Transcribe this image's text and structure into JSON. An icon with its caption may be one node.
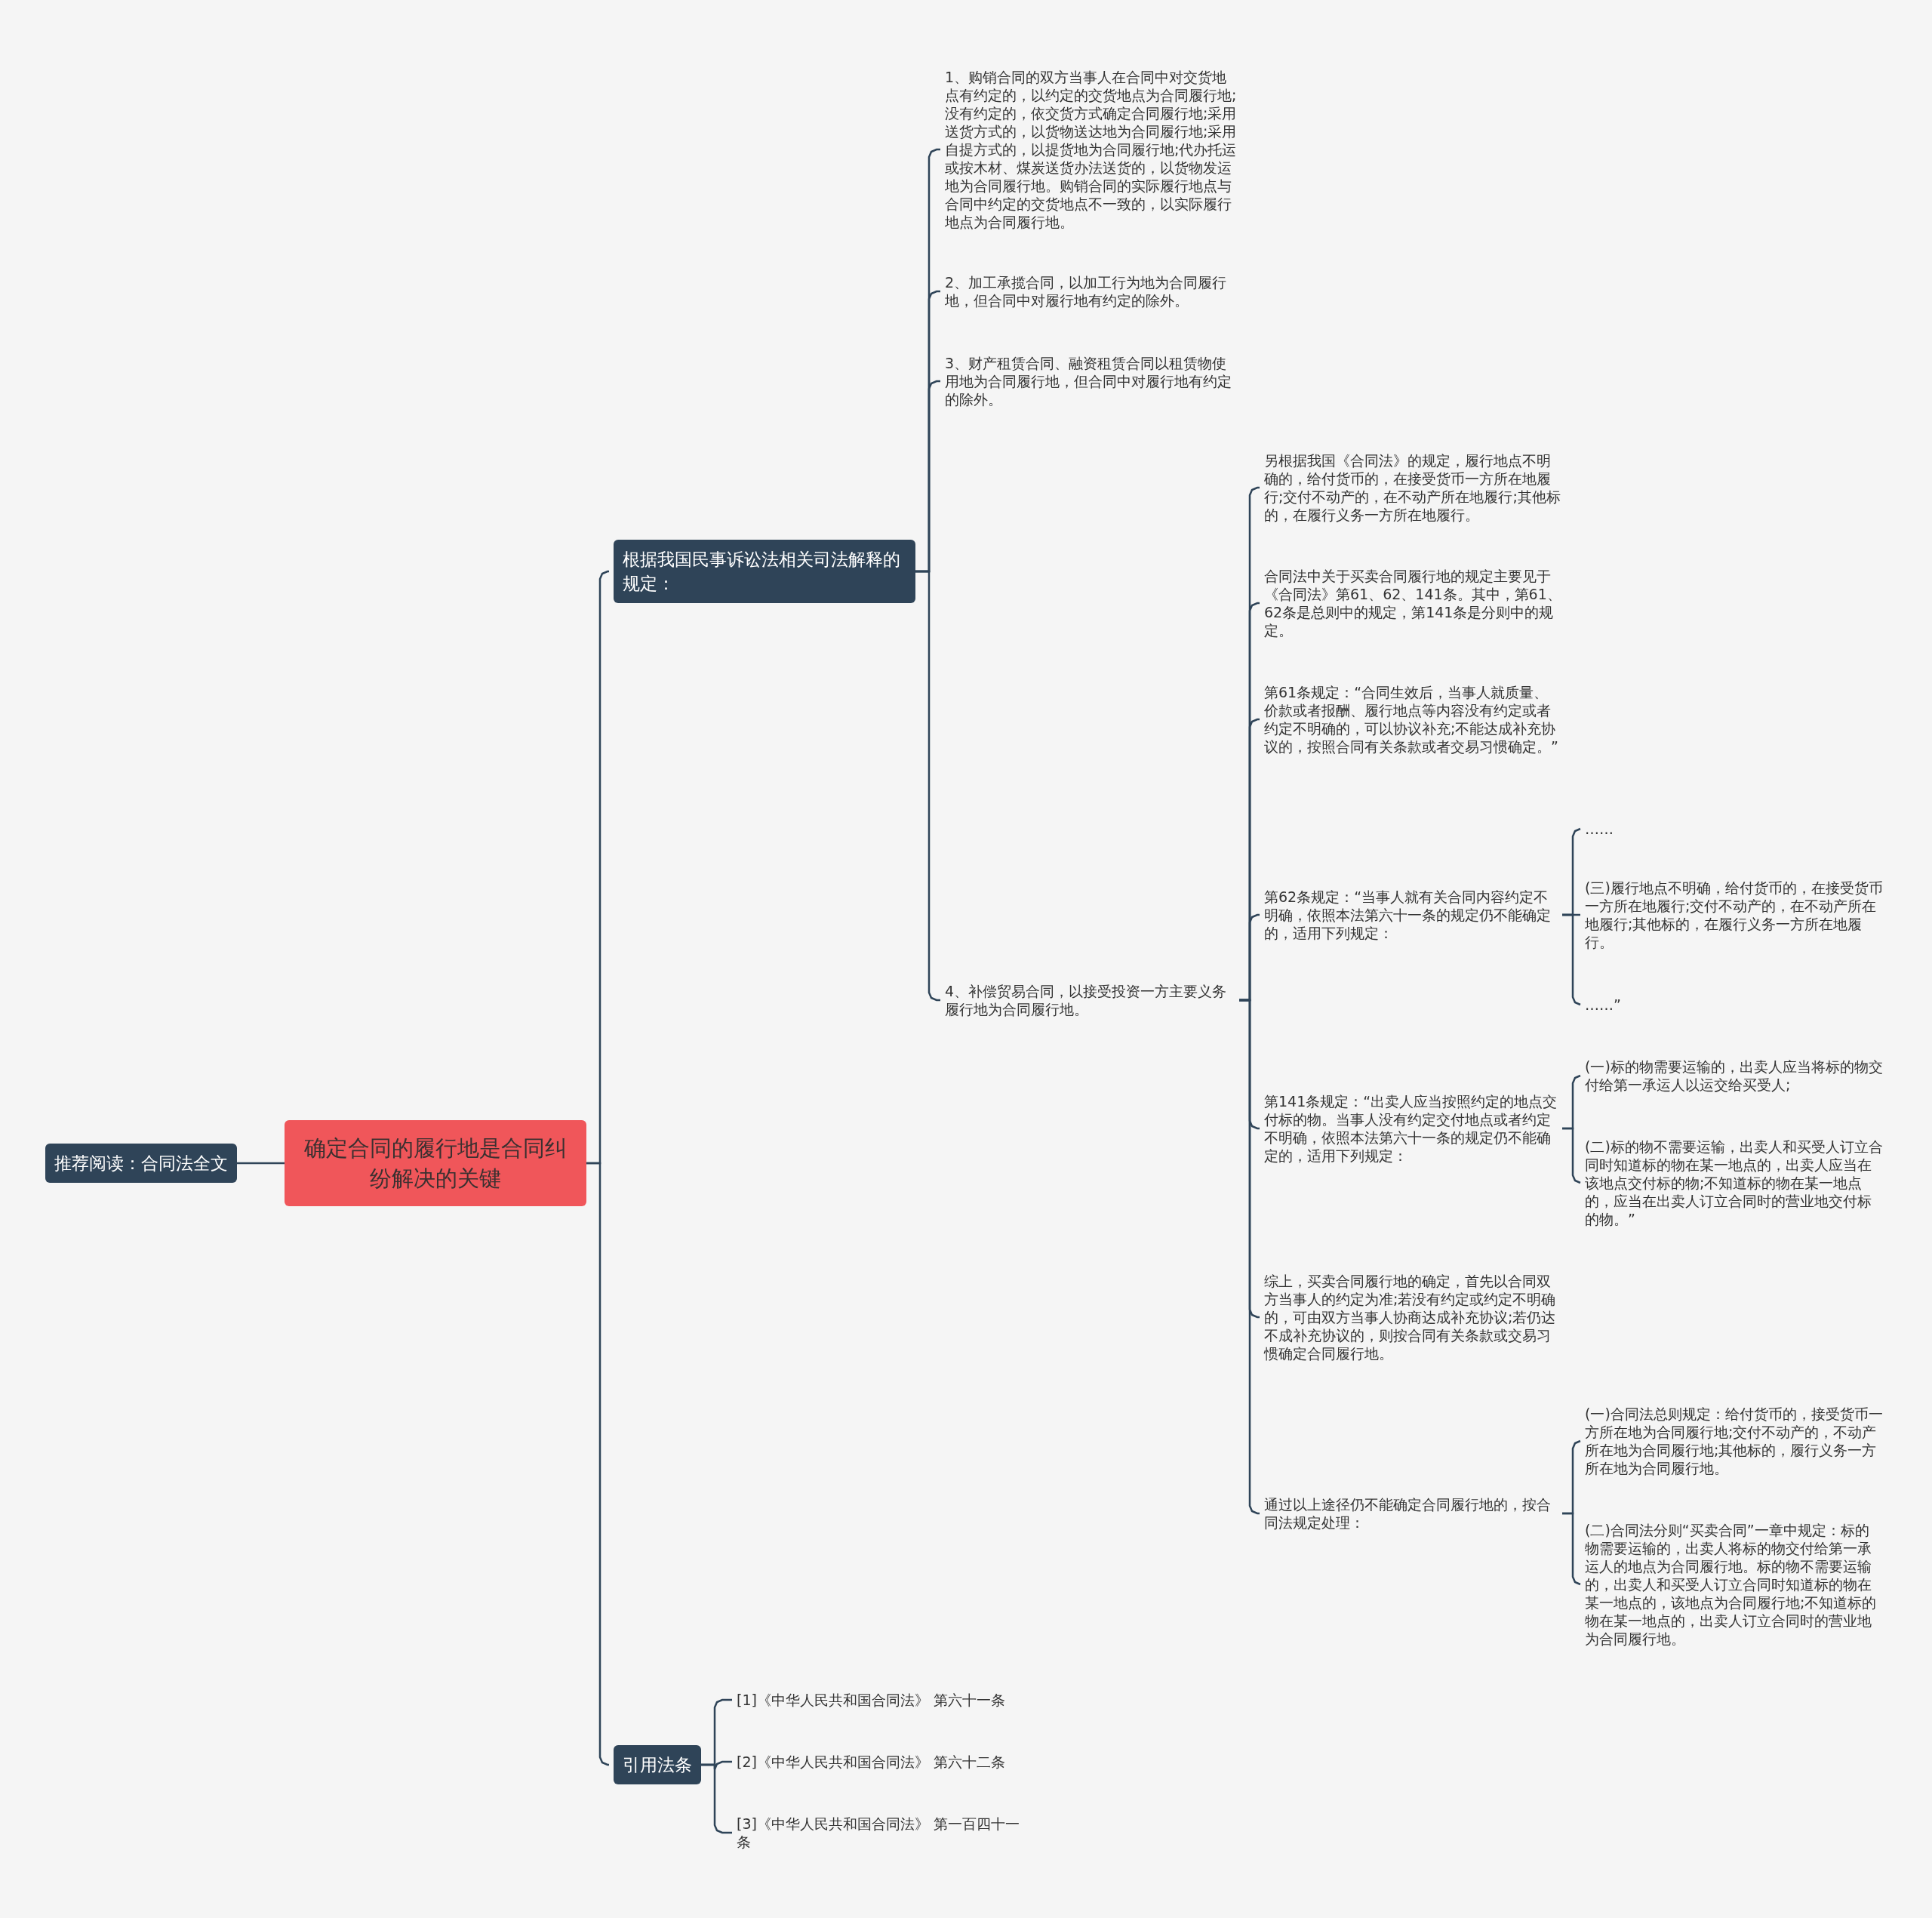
{
  "diagram": {
    "nodes": [
      {
        "text": [
          "确定合同的履行地是合同纠纷解决的关键"
        ]
      },
      {
        "text": [
          "推荐阅读：合同法全文"
        ]
      },
      {
        "text": [
          "根据我国民事诉讼法相关司法解释的规定："
        ]
      },
      {
        "text": [
          "引用法条"
        ]
      },
      {
        "text": [
          "1、购销合同的双方当事人在合同中对交货地点有约定的，以约定的交货地点为合同履行地;没有约定的，依交货方式确定合同履行地;采用送货方式的，以货物送达地为合同履行地;采用自提方式的，以提货地为合同履行地;代办托运或按木材、煤炭送货办法送货的，以货物发运地为合同履行地。购销合同的实际履行地点与合同中约定的交货地点不一致的，以实际履行地点为合同履行地。"
        ]
      },
      {
        "text": [
          "2、加工承揽合同，以加工行为地为合同履行地，但合同中对履行地有约定的除外。"
        ]
      },
      {
        "text": [
          "3、财产租赁合同、融资租赁合同以租赁物使用地为合同履行地，但合同中对履行地有约定的除外。"
        ]
      },
      {
        "text": [
          "4、补偿贸易合同，以接受投资一方主要义务履行地为合同履行地。"
        ]
      },
      {
        "text": [
          "另根据我国《合同法》的规定，履行地点不明确的，给付货币的，在接受货币一方所在地履行;交付不动产的，在不动产所在地履行;其他标的，在履行义务一方所在地履行。"
        ]
      },
      {
        "text": [
          "合同法中关于买卖合同履行地的规定主要见于《合同法》第61、62、141条。其中，第61、62条是总则中的规定，第141条是分则中的规定。"
        ]
      },
      {
        "text": [
          "第61条规定：“合同生效后，当事人就质量、价款或者报酬、履行地点等内容没有约定或者约定不明确的，可以协议补充;不能达成补充协议的，按照合同有关条款或者交易习惯确定。”"
        ]
      },
      {
        "text": [
          "第62条规定：“当事人就有关合同内容约定不明确，依照本法第六十一条的规定仍不能确定的，适用下列规定："
        ]
      },
      {
        "text": [
          "第141条规定：“出卖人应当按照约定的地点交付标的物。当事人没有约定交付地点或者约定不明确，依照本法第六十一条的规定仍不能确定的，适用下列规定："
        ]
      },
      {
        "text": [
          "综上，买卖合同履行地的确定，首先以合同双方当事人的约定为准;若没有约定或约定不明确的，可由双方当事人协商达成补充协议;若仍达不成补充协议的，则按合同有关条款或交易习惯确定合同履行地。"
        ]
      },
      {
        "text": [
          "通过以上途径仍不能确定合同履行地的，按合同法规定处理："
        ]
      },
      {
        "text": [
          "……"
        ]
      },
      {
        "text": [
          "(三)履行地点不明确，给付货币的，在接受货币一方所在地履行;交付不动产的，在不动产所在地履行;其他标的，在履行义务一方所在地履行。"
        ]
      },
      {
        "text": [
          "……”"
        ]
      },
      {
        "text": [
          "(一)标的物需要运输的，出卖人应当将标的物交付给第一承运人以运交给买受人;"
        ]
      },
      {
        "text": [
          "(二)标的物不需要运输，出卖人和买受人订立合同时知道标的物在某一地点的，出卖人应当在该地点交付标的物;不知道标的物在某一地点的，应当在出卖人订立合同时的营业地交付标的物。”"
        ]
      },
      {
        "text": [
          "(一)合同法总则规定：给付货币的，接受货币一方所在地为合同履行地;交付不动产的，不动产所在地为合同履行地;其他标的，履行义务一方所在地为合同履行地。"
        ]
      },
      {
        "text": [
          "(二)合同法分则“买卖合同”一章中规定：标的物需要运输的，出卖人将标的物交付给第一承运人的地点为合同履行地。标的物不需要运输的，出卖人和买受人订立合同时知道标的物在某一地点的，该地点为合同履行地;不知道标的物在某一地点的，出卖人订立合同时的营业地为合同履行地。"
        ]
      },
      {
        "text": [
          "[1]《中华人民共和国合同法》 第六十一条"
        ]
      },
      {
        "text": [
          "[2]《中华人民共和国合同法》 第六十二条"
        ]
      },
      {
        "text": [
          "[3]《中华人民共和国合同法》 第一百四十一条"
        ]
      }
    ],
    "edges": [
      {
        "from": 0,
        "to": 1,
        "arrow": "none"
      },
      {
        "from": 0,
        "to": 2,
        "arrow": "none"
      },
      {
        "from": 0,
        "to": 3,
        "arrow": "none"
      },
      {
        "from": 2,
        "to": 4,
        "arrow": "none"
      },
      {
        "from": 2,
        "to": 5,
        "arrow": "none"
      },
      {
        "from": 2,
        "to": 6,
        "arrow": "none"
      },
      {
        "from": 2,
        "to": 7,
        "arrow": "none"
      },
      {
        "from": 7,
        "to": 8,
        "arrow": "none"
      },
      {
        "from": 7,
        "to": 9,
        "arrow": "none"
      },
      {
        "from": 7,
        "to": 10,
        "arrow": "none"
      },
      {
        "from": 7,
        "to": 11,
        "arrow": "none"
      },
      {
        "from": 7,
        "to": 12,
        "arrow": "none"
      },
      {
        "from": 7,
        "to": 13,
        "arrow": "none"
      },
      {
        "from": 7,
        "to": 14,
        "arrow": "none"
      },
      {
        "from": 11,
        "to": 15,
        "arrow": "none"
      },
      {
        "from": 11,
        "to": 16,
        "arrow": "none"
      },
      {
        "from": 11,
        "to": 17,
        "arrow": "none"
      },
      {
        "from": 12,
        "to": 18,
        "arrow": "none"
      },
      {
        "from": 12,
        "to": 19,
        "arrow": "none"
      },
      {
        "from": 14,
        "to": 20,
        "arrow": "none"
      },
      {
        "from": 14,
        "to": 21,
        "arrow": "none"
      },
      {
        "from": 3,
        "to": 22,
        "arrow": "none"
      },
      {
        "from": 3,
        "to": 23,
        "arrow": "none"
      },
      {
        "from": 3,
        "to": 24,
        "arrow": "none"
      }
    ]
  }
}
